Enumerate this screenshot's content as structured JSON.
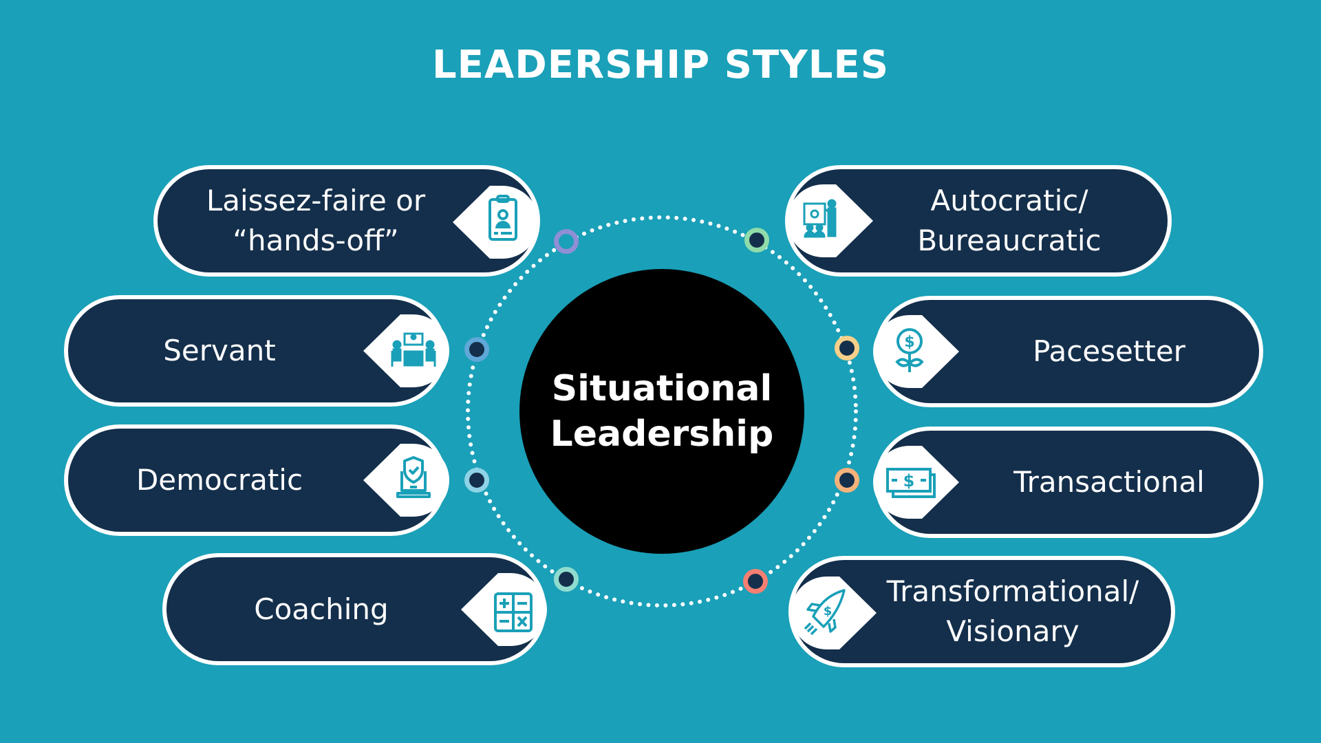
{
  "title": "LEADERSHIP STYLES",
  "center": {
    "line1": "Situational",
    "line2": "Leadership"
  },
  "colors": {
    "background": "#1aa0b8",
    "pill_fill": "#142f4b",
    "center_fill": "#000000",
    "icon": "#1aa0b8",
    "border": "#ffffff"
  },
  "styles": [
    {
      "id": "laissez-faire",
      "label": "Laissez-faire or\n“hands-off”",
      "icon": "id-badge-icon",
      "side": "left",
      "node_color": "#8f8fd6",
      "node_fill": "#1aa0b8"
    },
    {
      "id": "servant",
      "label": "Servant",
      "icon": "meeting-table-icon",
      "side": "left",
      "node_color": "#5fa8d8",
      "node_fill": "#142f4b"
    },
    {
      "id": "democratic",
      "label": "Democratic",
      "icon": "laptop-shield-icon",
      "side": "left",
      "node_color": "#8fd3e6",
      "node_fill": "#142f4b"
    },
    {
      "id": "coaching",
      "label": "Coaching",
      "icon": "calculator-icon",
      "side": "left",
      "node_color": "#8fdccf",
      "node_fill": "#142f4b"
    },
    {
      "id": "autocratic",
      "label": "Autocratic/\nBureaucratic",
      "icon": "presenter-icon",
      "side": "right",
      "node_color": "#8fdcaa",
      "node_fill": "#142f4b"
    },
    {
      "id": "pacesetter",
      "label": "Pacesetter",
      "icon": "money-plant-icon",
      "side": "right",
      "node_color": "#f7d08a",
      "node_fill": "#142f4b"
    },
    {
      "id": "transactional",
      "label": "Transactional",
      "icon": "cash-bills-icon",
      "side": "right",
      "node_color": "#f5b27a",
      "node_fill": "#142f4b"
    },
    {
      "id": "transformational",
      "label": "Transformational/\nVisionary",
      "icon": "rocket-dollar-icon",
      "side": "right",
      "node_color": "#f57f72",
      "node_fill": "#142f4b"
    }
  ]
}
